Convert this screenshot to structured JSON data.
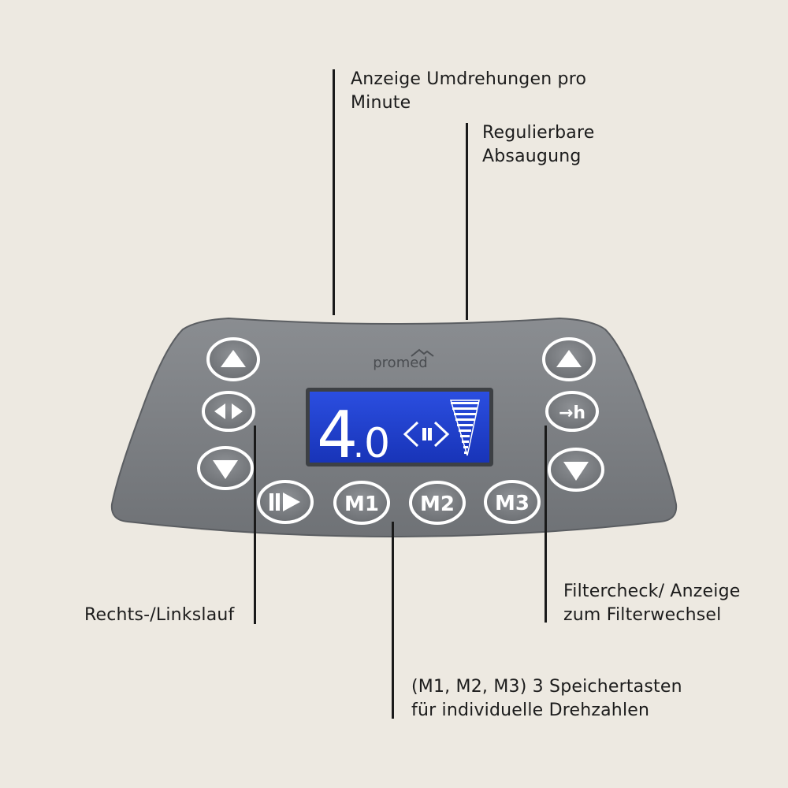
{
  "callouts": {
    "rpm_display": {
      "line1": "Anzeige Umdrehungen pro",
      "line2": "Minute"
    },
    "suction": {
      "line1": "Regulierbare",
      "line2": "Absaugung"
    },
    "direction": {
      "line1": "Rechts-/Linkslauf"
    },
    "filter": {
      "line1": "Filtercheck/ Anzeige",
      "line2": "zum Filterwechsel"
    },
    "memory": {
      "line1": "(M1, M2, M3) 3 Speichertasten",
      "line2": "für individuelle Drehzahlen"
    }
  },
  "device": {
    "brand": "promed",
    "lcd_value_int": "4",
    "lcd_value_dot": ".",
    "lcd_value_dec": "0",
    "buttons": {
      "m1": "M1",
      "m2": "M2",
      "m3": "M3",
      "timer": "→h"
    }
  },
  "colors": {
    "background": "#ede9e1",
    "panel": "#7b7e82",
    "lcd": "#1f3fd0",
    "text": "#1c1c1c"
  }
}
